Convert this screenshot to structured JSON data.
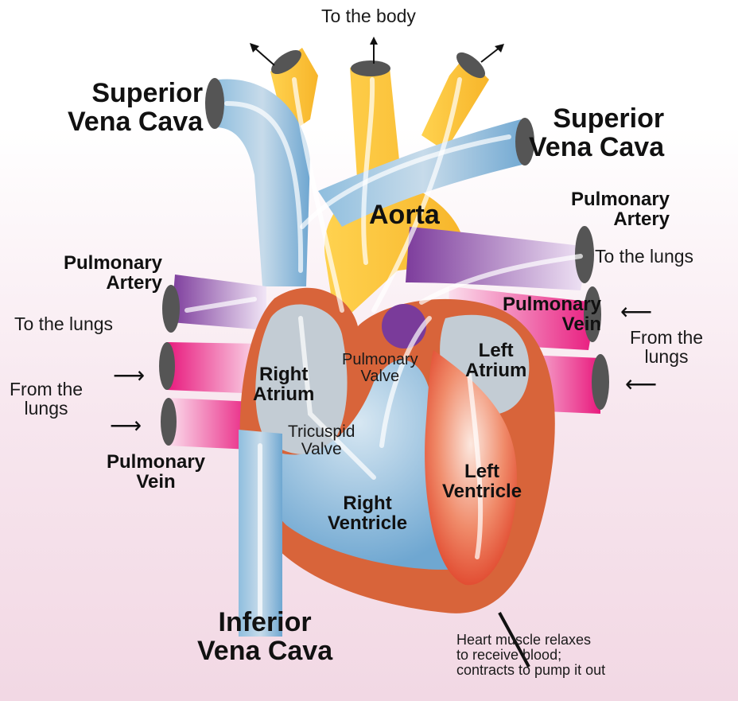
{
  "labels": {
    "to_body": "To the body",
    "svc_left": "Superior\nVena Cava",
    "svc_right": "Superior\nVena Cava",
    "pa_right": "Pulmonary\nArtery",
    "to_lungs_right": "To the lungs",
    "aorta": "Aorta",
    "pa_left": "Pulmonary\nArtery",
    "to_lungs_left": "To the lungs",
    "pv_right": "Pulmonary\nVein",
    "from_lungs_right": "From the\nlungs",
    "from_lungs_left": "From the\nlungs",
    "right_atrium": "Right\nAtrium",
    "pulmonary_valve": "Pulmonary\nValve",
    "left_atrium": "Left\nAtrium",
    "tricuspid_valve": "Tricuspid\nValve",
    "pv_left": "Pulmonary\nVein",
    "left_ventricle": "Left\nVentricle",
    "right_ventricle": "Right\nVentricle",
    "ivc": "Inferior\nVena Cava",
    "muscle_note": "Heart muscle relaxes\nto receive blood;\ncontracts to pump it out"
  },
  "arrow_glyphs": {
    "right": "⟶",
    "left": "⟵",
    "up": "↑"
  },
  "colors": {
    "vena_cava_blue": "#7fb3d8",
    "aorta_yellow": "#ffc93c",
    "pulmonary_artery_purple": "#7a3b9a",
    "pulmonary_vein_pink": "#e8197d",
    "heart_muscle_orange": "#d8643a",
    "left_chamber_red": "#e8553a"
  }
}
